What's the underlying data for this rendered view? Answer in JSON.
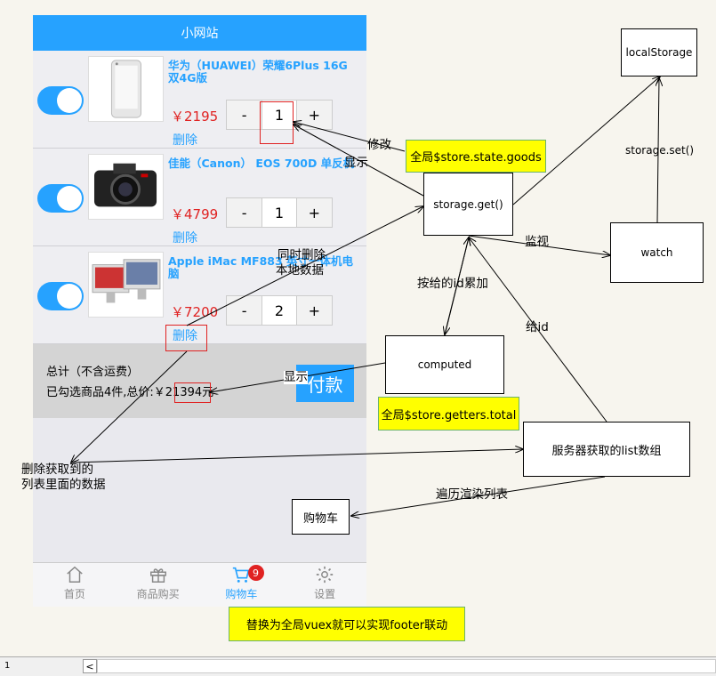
{
  "app": {
    "header_title": "小网站",
    "items": [
      {
        "title": "华为（HUAWEI）荣耀6Plus 16G 双4G版",
        "price": "￥2195",
        "qty": "1",
        "delete": "删除"
      },
      {
        "title": "佳能（Canon） EOS 700D 单反机",
        "price": "￥4799",
        "qty": "1",
        "delete": "删除"
      },
      {
        "title": "Apple iMac MF883 英寸一体机电脑",
        "price": "￥7200",
        "qty": "2",
        "delete": "删除"
      }
    ],
    "stepper": {
      "minus": "-",
      "plus": "+"
    },
    "total_line1": "总计（不含运费）",
    "total_line2": "已勾选商品4件,总价:￥21394元",
    "pay_button": "付款",
    "tabs": [
      {
        "label": "首页",
        "icon": "home-icon"
      },
      {
        "label": "商品购买",
        "icon": "gift-icon"
      },
      {
        "label": "购物车",
        "icon": "cart-icon",
        "badge": "9"
      },
      {
        "label": "设置",
        "icon": "gear-icon"
      }
    ],
    "accent_color": "#26a2ff",
    "price_color": "#e02222"
  },
  "diagram": {
    "boxes": {
      "localstorage": "localStorage",
      "storage_get": "storage.get()",
      "watch": "watch",
      "computed": "computed",
      "server_list": "服务器获取的list数组",
      "cart": "购物车"
    },
    "notes": {
      "state_goods": "全局$store.state.goods",
      "getters_total": "全局$store.getters.total",
      "vuex_footer": "替换为全局vuex就可以实现footer联动"
    },
    "labels": {
      "modify": "修改",
      "display1": "显示",
      "storage_set": "storage.set()",
      "monitor": "监视",
      "accumulate": "按给的id累加",
      "give_id": "给id",
      "delete_local_1": "同时删除",
      "delete_local_2": "本地数据",
      "display2": "显示",
      "delete_list_1": "删除获取到的",
      "delete_list_2": "列表里面的数据",
      "traverse": "遍历渲染列表"
    }
  },
  "statusbar": {
    "page": "1",
    "scroll_left": "<"
  }
}
